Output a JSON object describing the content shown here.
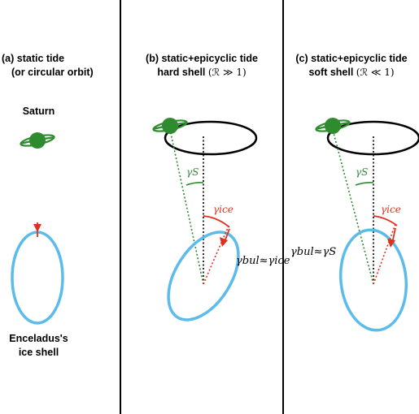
{
  "panels": [
    {
      "title_line1": "(a) static tide",
      "title_line2": "(or circular orbit)",
      "saturn_label": "Saturn",
      "shell_label_line1": "Enceladus's",
      "shell_label_line2": "ice shell"
    },
    {
      "title_line1": "(b) static+epicyclic tide",
      "title_line2": "hard shell",
      "title_regime": "(ℛ ≫ 1)",
      "gamma_s": "γS",
      "gamma_ice": "γice",
      "relation": "γbul≈γice"
    },
    {
      "title_line1": "(c) static+epicyclic tide",
      "title_line2": "soft shell",
      "title_regime": "(ℛ ≪ 1)",
      "gamma_s": "γS",
      "gamma_ice": "γice",
      "relation": "γbul≈γS"
    }
  ],
  "colors": {
    "saturn": "#2e8b2e",
    "shell": "#5bbcec",
    "ice_marker": "#e0301e",
    "gamma_s_text": "#2e8b2e",
    "gamma_ice_text": "#e0301e"
  }
}
